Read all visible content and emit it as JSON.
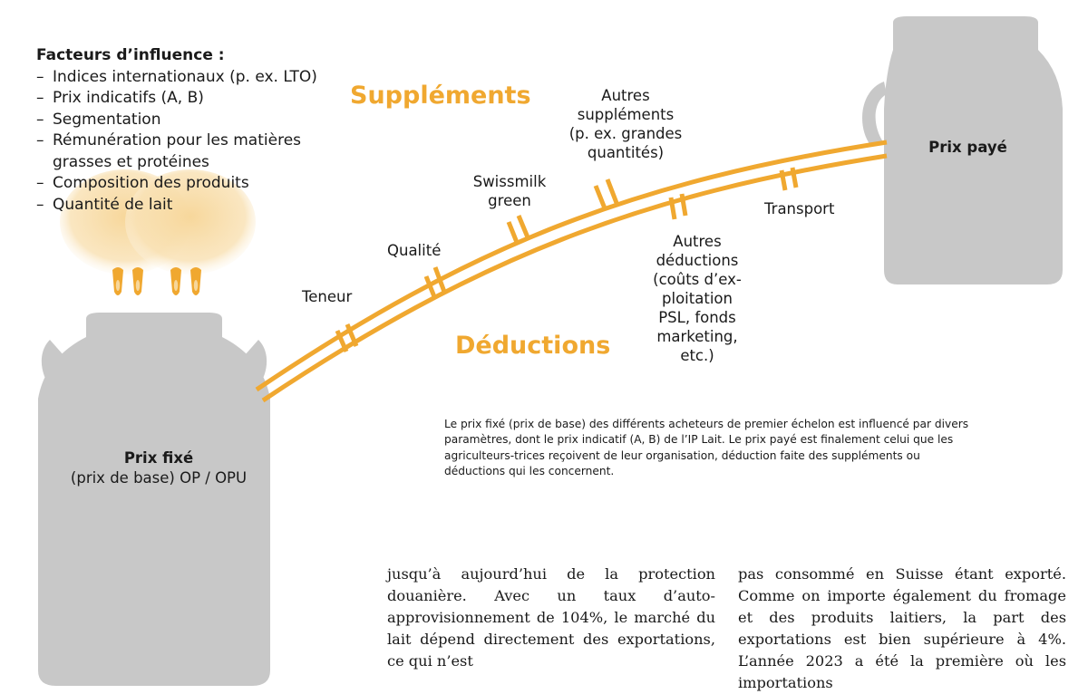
{
  "factors": {
    "title": "Facteurs d’influence :",
    "items": [
      "Indices internationaux (p. ex. LTO)",
      "Prix indicatifs (A, B)",
      "Segmentation",
      "Rémunération pour les matières grasses et protéines",
      "Composition des produits",
      "Quantité de lait"
    ]
  },
  "headings": {
    "supplements": "Suppléments",
    "deductions": "Déductions"
  },
  "supplements": {
    "qualite": "Qualité",
    "swissmilk": [
      "Swissmilk",
      "green"
    ],
    "autres": [
      "Autres",
      "suppléments",
      "(p. ex. grandes",
      "quantités)"
    ]
  },
  "deductions": {
    "teneur": "Teneur",
    "transport": "Transport",
    "autres": [
      "Autres",
      "déductions",
      "(coûts d’ex-",
      "ploitation",
      "PSL, fonds",
      "marketing,",
      "etc.)"
    ]
  },
  "cans": {
    "fixed": {
      "title": "Prix fixé",
      "subtitle": "(prix de base) OP / OPU"
    },
    "paid": {
      "title": "Prix payé"
    }
  },
  "caption": "Le prix fixé (prix de base) des différents acheteurs de premier échelon est influencé par divers paramètres, dont le prix indicatif (A, B) de l’IP Lait. Le prix payé est finalement celui que les agriculteurs-trices reçoivent de leur organisation, déduction faite des suppléments ou déductions qui les concernent.",
  "body_text": {
    "col1": "jusqu’à aujourd’hui de la protection douanière. Avec un taux d’auto-approvisionnement de 104%, le marché du lait dépend directement des exportations, ce qui n’est",
    "col2": "pas consommé en Suisse étant exporté. Comme on importe également du fromage et des produits laitiers, la part des exportations est bien supérieure à 4%. L’année 2023 a été la première où les importations"
  },
  "colors": {
    "accent": "#f0a830",
    "can_grey": "#c8c8c8",
    "udder": "#f7d79b"
  }
}
